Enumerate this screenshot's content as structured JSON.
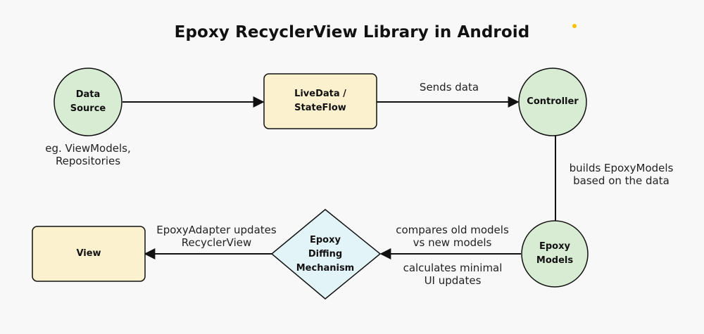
{
  "title": "Epoxy RecyclerView Library in Android",
  "nodes": {
    "data_source": {
      "label": "Data\nSource",
      "shape": "circle",
      "fill": "#d8ebd3"
    },
    "livedata": {
      "label": "LiveData /\nStateFlow",
      "shape": "rounded-rect",
      "fill": "#fbf1cf"
    },
    "controller": {
      "label": "Controller",
      "shape": "circle",
      "fill": "#d8ebd3"
    },
    "epoxy_models": {
      "label": "Epoxy\nModels",
      "shape": "circle",
      "fill": "#d8ebd3"
    },
    "diffing": {
      "label": "Epoxy\nDiffing\nMechanism",
      "shape": "diamond",
      "fill": "#e3f4f9"
    },
    "view": {
      "label": "View",
      "shape": "rounded-rect",
      "fill": "#fbf1cf"
    }
  },
  "annotations": {
    "data_source_note": "eg. ViewModels,\nRepositories"
  },
  "edges": {
    "livedata_to_controller": "Sends data",
    "controller_to_models": "builds EpoxyModels\nbased on the data",
    "models_to_diffing_top": "compares old models\nvs new models",
    "models_to_diffing_bottom": "calculates minimal\nUI updates",
    "diffing_to_view": "EpoxyAdapter updates\nRecyclerView"
  },
  "colors": {
    "stroke": "#111111",
    "accent_dot": "#f5c400"
  }
}
